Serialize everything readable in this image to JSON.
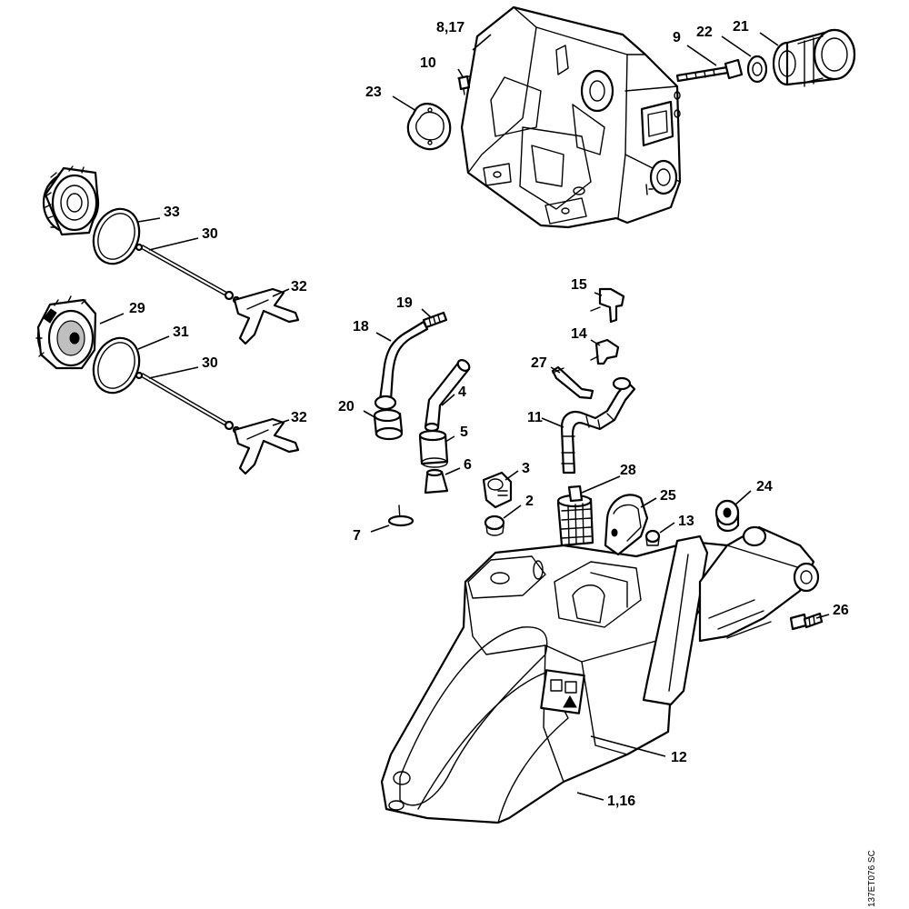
{
  "diagram": {
    "figure_ref": "137ET076 SC",
    "callouts": {
      "c_8_17": "8,17",
      "c_10": "10",
      "c_23": "23",
      "c_9": "9",
      "c_22": "22",
      "c_21": "21",
      "c_33": "33",
      "c_30a": "30",
      "c_32a": "32",
      "c_29": "29",
      "c_31": "31",
      "c_30b": "30",
      "c_32b": "32",
      "c_19": "19",
      "c_18": "18",
      "c_20": "20",
      "c_4": "4",
      "c_5": "5",
      "c_6": "6",
      "c_7": "7",
      "c_3": "3",
      "c_2": "2",
      "c_15": "15",
      "c_14": "14",
      "c_27": "27",
      "c_11": "11",
      "c_28": "28",
      "c_25": "25",
      "c_13": "13",
      "c_24": "24",
      "c_26": "26",
      "c_12": "12",
      "c_1_16": "1,16"
    }
  }
}
